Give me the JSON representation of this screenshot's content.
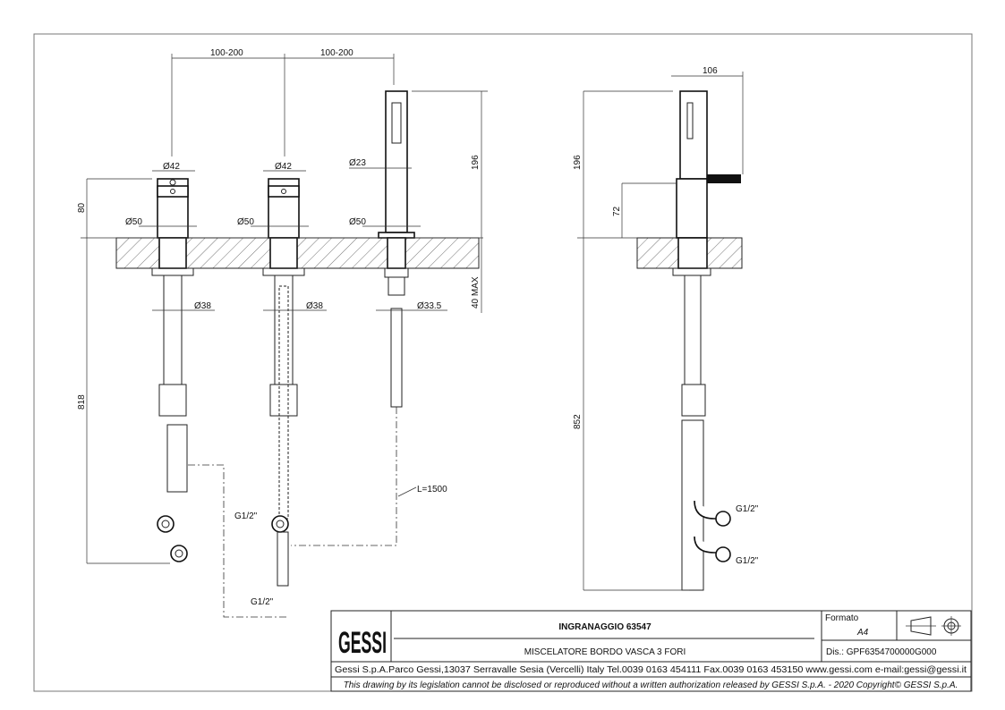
{
  "drawing": {
    "spacing_1": "100-200",
    "spacing_2": "100-200",
    "dia_handle_1": "Ø42",
    "dia_handle_2": "Ø42",
    "dia_base_1": "Ø50",
    "dia_base_2": "Ø50",
    "dia_base_3": "Ø50",
    "dia_shower": "Ø23",
    "dia_shank_1": "Ø38",
    "dia_shank_2": "Ø38",
    "dia_shank_3": "Ø33.5",
    "height_handle": "80",
    "height_shower": "196",
    "thickness_max": "40 MAX",
    "depth_front": "818",
    "hose_length": "L=1500",
    "thread_1": "G1/2\"",
    "thread_2": "G1/2\"",
    "side_width": "106",
    "side_height_shower": "196",
    "side_height_handle": "72",
    "side_depth": "852",
    "side_thread_1": "G1/2\"",
    "side_thread_2": "G1/2\""
  },
  "title_block": {
    "logo": "GESSI",
    "title": "INGRANAGGIO 63547",
    "subtitle": "MISCELATORE BORDO VASCA 3 FORI",
    "format_label": "Formato",
    "format_value": "A4",
    "drawing_number": "Dis.: GPF6354700000G000",
    "address": "Gessi S.p.A.Parco Gessi,13037 Serravalle Sesia (Vercelli) Italy Tel.0039 0163 454111 Fax.0039 0163 453150 www.gessi.com e-mail:gessi@gessi.it",
    "disclaimer": "This drawing by its legislation cannot be disclosed or reproduced without a written authorization released by GESSI S.p.A. - 2020 Copyright© GESSI S.p.A."
  }
}
